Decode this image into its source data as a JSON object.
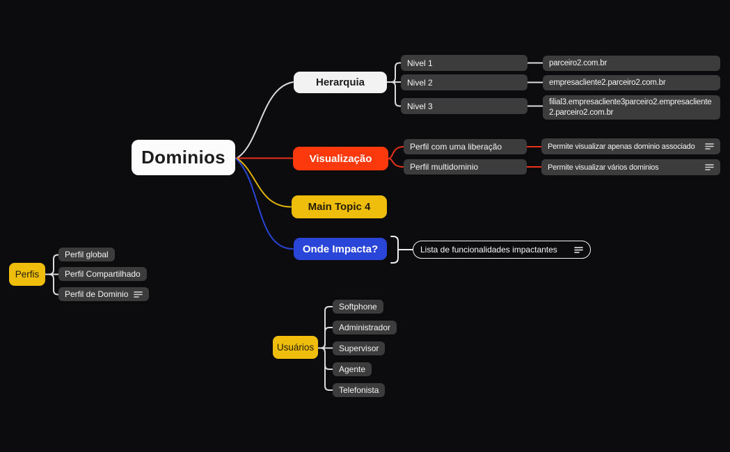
{
  "colors": {
    "background": "#0c0c0e",
    "root_fill": "#fcfcfc",
    "light_topic_fill": "#f2f2f2",
    "red_topic_fill": "#fc390c",
    "yellow_topic_fill": "#efbe0d",
    "blue_topic_fill": "#2946d9",
    "subtopic_fill": "#3c3c3c",
    "white_line": "#dcdcdc",
    "red_line": "#e8321a",
    "yellow_line": "#e0b30c",
    "blue_line": "#2946d9"
  },
  "root": {
    "label": "Dominios"
  },
  "branches": {
    "herarquia": {
      "label": "Herarquia",
      "children": [
        {
          "label": "Nivel 1",
          "value": "parceiro2.com.br"
        },
        {
          "label": "Nivel 2",
          "value": "empresacliente2.parceiro2.com.br"
        },
        {
          "label": "Nivel 3",
          "value": "filial3.empresacliente3parceiro2.empresacliente2.parceiro2.com.br"
        }
      ]
    },
    "visualizacao": {
      "label": "Visualização",
      "children": [
        {
          "label": "Perfil com uma liberação",
          "value": "Permite visualizar apenas dominio associado",
          "has_note": true
        },
        {
          "label": "Perfil multidominio",
          "value": "Permite visualizar vários dominios",
          "has_note": true
        }
      ]
    },
    "main_topic_4": {
      "label": "Main Topic 4"
    },
    "onde_impacta": {
      "label": "Onde Impacta?",
      "summary": {
        "label": "Lista de funcionalidades impactantes",
        "has_note": true
      }
    }
  },
  "floating": {
    "perfis": {
      "label": "Perfis",
      "children": [
        {
          "label": "Perfil global"
        },
        {
          "label": "Perfil Compartilhado"
        },
        {
          "label": "Perfil de Dominio",
          "has_note": true
        }
      ]
    },
    "usuarios": {
      "label": "Usuários",
      "children": [
        {
          "label": "Softphone"
        },
        {
          "label": "Administrador"
        },
        {
          "label": "Supervisor"
        },
        {
          "label": "Agente"
        },
        {
          "label": "Telefonista"
        }
      ]
    }
  }
}
